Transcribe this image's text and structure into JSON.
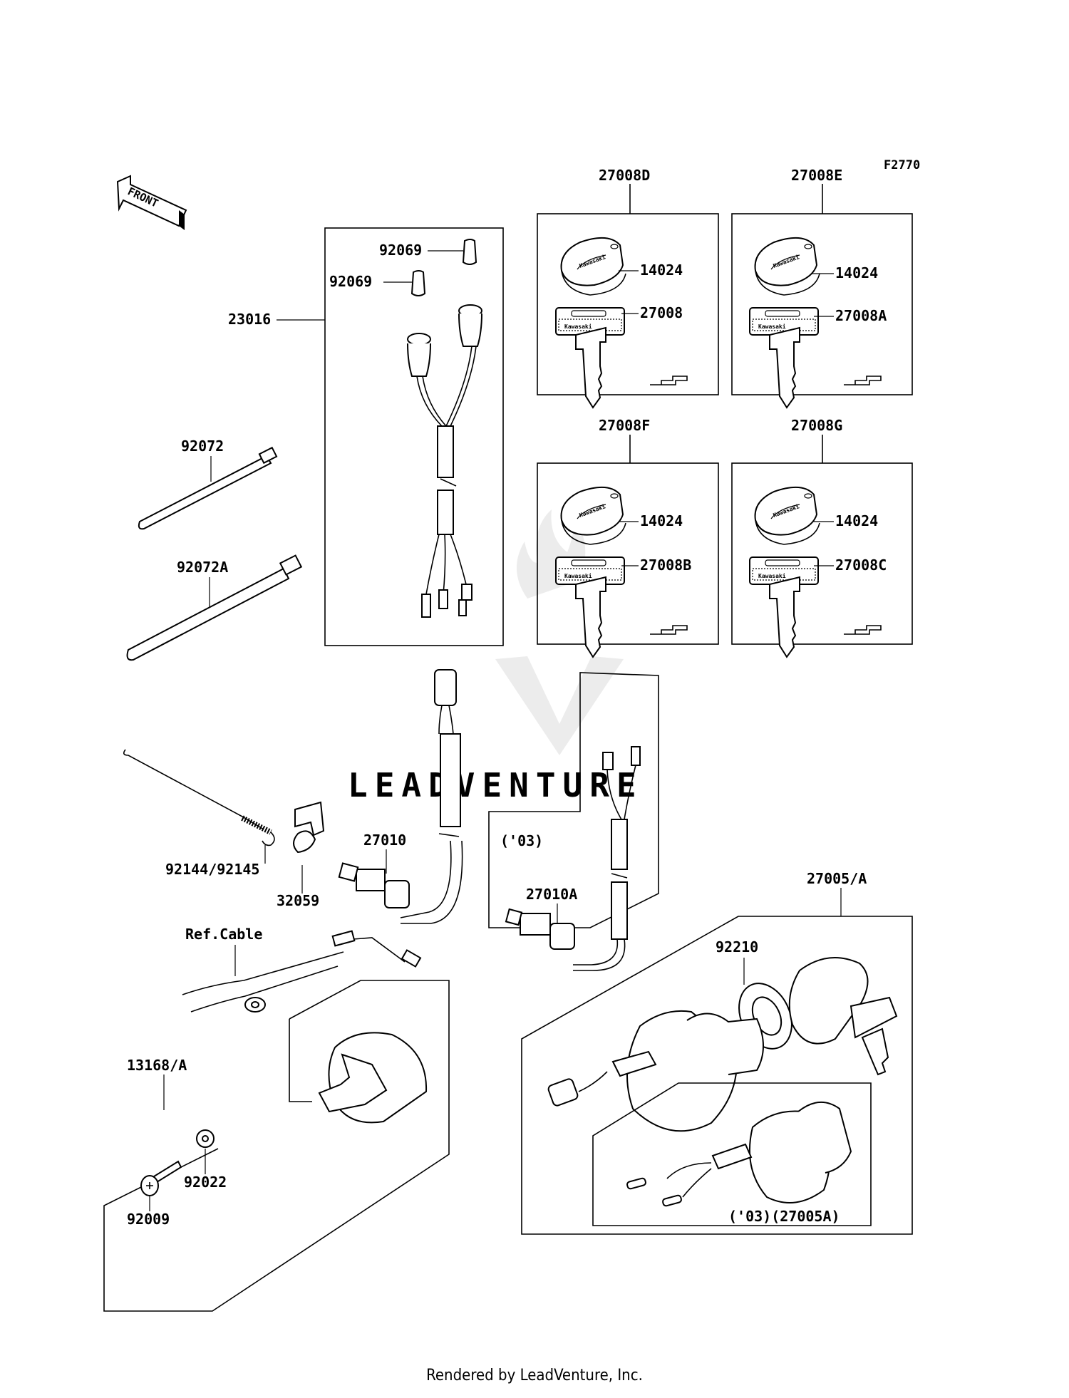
{
  "figure_code": "F2770",
  "front_arrow_label": "FRONT",
  "watermark": "LEADVENTURE",
  "footer": "Rendered by LeadVenture, Inc.",
  "labels": {
    "27008D": "27008D",
    "27008E": "27008E",
    "27008F": "27008F",
    "27008G": "27008G",
    "14024_a": "14024",
    "27008": "27008",
    "14024_b": "14024",
    "27008A": "27008A",
    "14024_c": "14024",
    "27008B": "27008B",
    "14024_d": "14024",
    "27008C": "27008C",
    "92069_a": "92069",
    "92069_b": "92069",
    "23016": "23016",
    "92072": "92072",
    "92072A": "92072A",
    "92144_92145": "92144/92145",
    "32059": "32059",
    "27010": "27010",
    "03_a": "('03)",
    "27010A": "27010A",
    "27005_A": "27005/A",
    "92210": "92210",
    "ref_cable": "Ref.Cable",
    "13168_A": "13168/A",
    "92009": "92009",
    "92022": "92022",
    "03_27005A": "('03)(27005A)"
  },
  "key_brand": "Kawasaki"
}
